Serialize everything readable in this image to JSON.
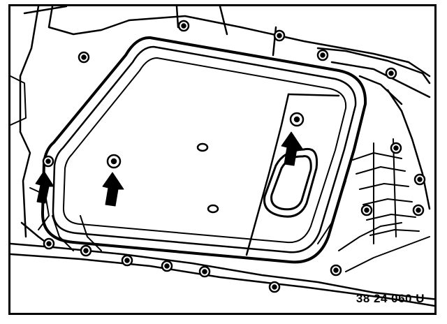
{
  "figure": {
    "reference_code": "38 24 060 U",
    "subject": "transmission-oil-pan-bolt-locations",
    "line_color": "#000000",
    "background_color": "#ffffff",
    "callout_arrow_count": 3
  }
}
